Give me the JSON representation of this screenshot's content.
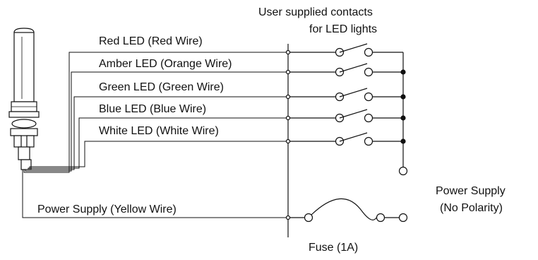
{
  "header": {
    "contacts_line1": "User supplied contacts",
    "contacts_line2": "for LED lights"
  },
  "wires": [
    {
      "id": "red",
      "label": "Red LED (Red Wire)"
    },
    {
      "id": "amber",
      "label": "Amber LED (Orange Wire)"
    },
    {
      "id": "green",
      "label": "Green LED (Green Wire)"
    },
    {
      "id": "blue",
      "label": "Blue LED (Blue Wire)"
    },
    {
      "id": "white",
      "label": "White LED (White Wire)"
    }
  ],
  "power_wire": {
    "label": "Power Supply (Yellow Wire)"
  },
  "power_supply": {
    "line1": "Power Supply",
    "line2": "(No Polarity)"
  },
  "fuse": {
    "label": "Fuse (1A)"
  },
  "colors": {
    "line": "#111111",
    "background": "#ffffff"
  }
}
